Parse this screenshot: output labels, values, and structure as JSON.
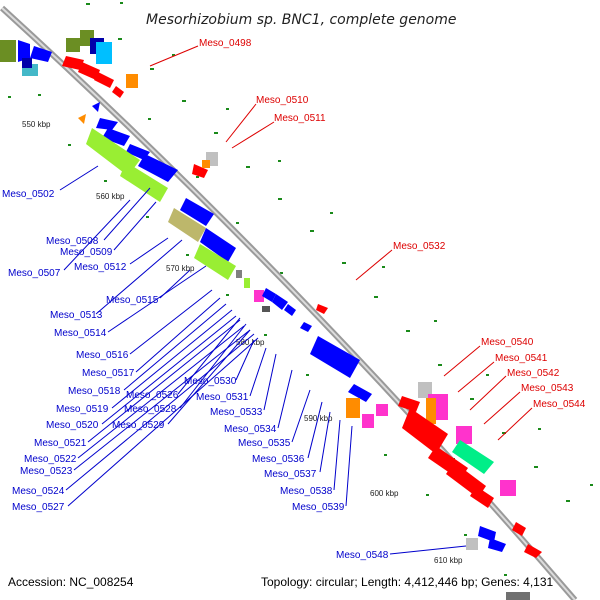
{
  "title": "Mesorhizobium sp. BNC1, complete genome",
  "footer": {
    "accession": "Accession: NC_008254",
    "summary": "Topology: circular; Length: 4,412,446 bp; Genes: 4,131"
  },
  "ticks": [
    "550 kbp",
    "560 kbp",
    "570 kbp",
    "580 kbp",
    "590 kbp",
    "600 kbp",
    "610 kbp"
  ],
  "gene_labels_red": [
    "Meso_0498",
    "Meso_0510",
    "Meso_0511",
    "Meso_0532",
    "Meso_0540",
    "Meso_0541",
    "Meso_0542",
    "Meso_0543",
    "Meso_0544"
  ],
  "gene_labels_blue": [
    "Meso_0502",
    "Meso_0508",
    "Meso_0509",
    "Meso_0507",
    "Meso_0512",
    "Meso_0515",
    "Meso_0513",
    "Meso_0514",
    "Meso_0516",
    "Meso_0517",
    "Meso_0518",
    "Meso_0526",
    "Meso_0530",
    "Meso_0519",
    "Meso_0528",
    "Meso_0531",
    "Meso_0533",
    "Meso_0520",
    "Meso_0529",
    "Meso_0534",
    "Meso_0521",
    "Meso_0535",
    "Meso_0522",
    "Meso_0536",
    "Meso_0523",
    "Meso_0537",
    "Meso_0524",
    "Meso_0538",
    "Meso_0527",
    "Meso_0539",
    "Meso_0548"
  ],
  "colors": {
    "forward_strand": "#ff0000",
    "reverse_strand": "#0000ff",
    "backbone": "#9a9a9a",
    "red_label": "#dd0000",
    "blue_label": "#0000cc",
    "tick": "#1a8a1a"
  }
}
